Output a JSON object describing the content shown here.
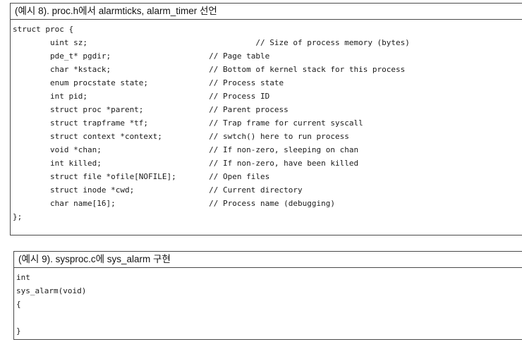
{
  "colors": {
    "border": "#4a4a4a",
    "text": "#1a1a1a",
    "background": "#ffffff"
  },
  "example8": {
    "title": "(예시 8). proc.h에서 alarmticks, alarm_timer 선언",
    "code_lines": [
      "struct proc {",
      "        uint sz;                                    // Size of process memory (bytes)",
      "        pde_t* pgdir;                     // Page table",
      "        char *kstack;                     // Bottom of kernel stack for this process",
      "        enum procstate state;             // Process state",
      "        int pid;                          // Process ID",
      "        struct proc *parent;              // Parent process",
      "        struct trapframe *tf;             // Trap frame for current syscall",
      "        struct context *context;          // swtch() here to run process",
      "        void *chan;                       // If non-zero, sleeping on chan",
      "        int killed;                       // If non-zero, have been killed",
      "        struct file *ofile[NOFILE];       // Open files",
      "        struct inode *cwd;                // Current directory",
      "        char name[16];                    // Process name (debugging)",
      "};"
    ]
  },
  "example9": {
    "title": "(예시 9). sysproc.c에 sys_alarm 구현",
    "code_lines": [
      "int",
      "sys_alarm(void)",
      "{",
      "",
      "}"
    ]
  }
}
